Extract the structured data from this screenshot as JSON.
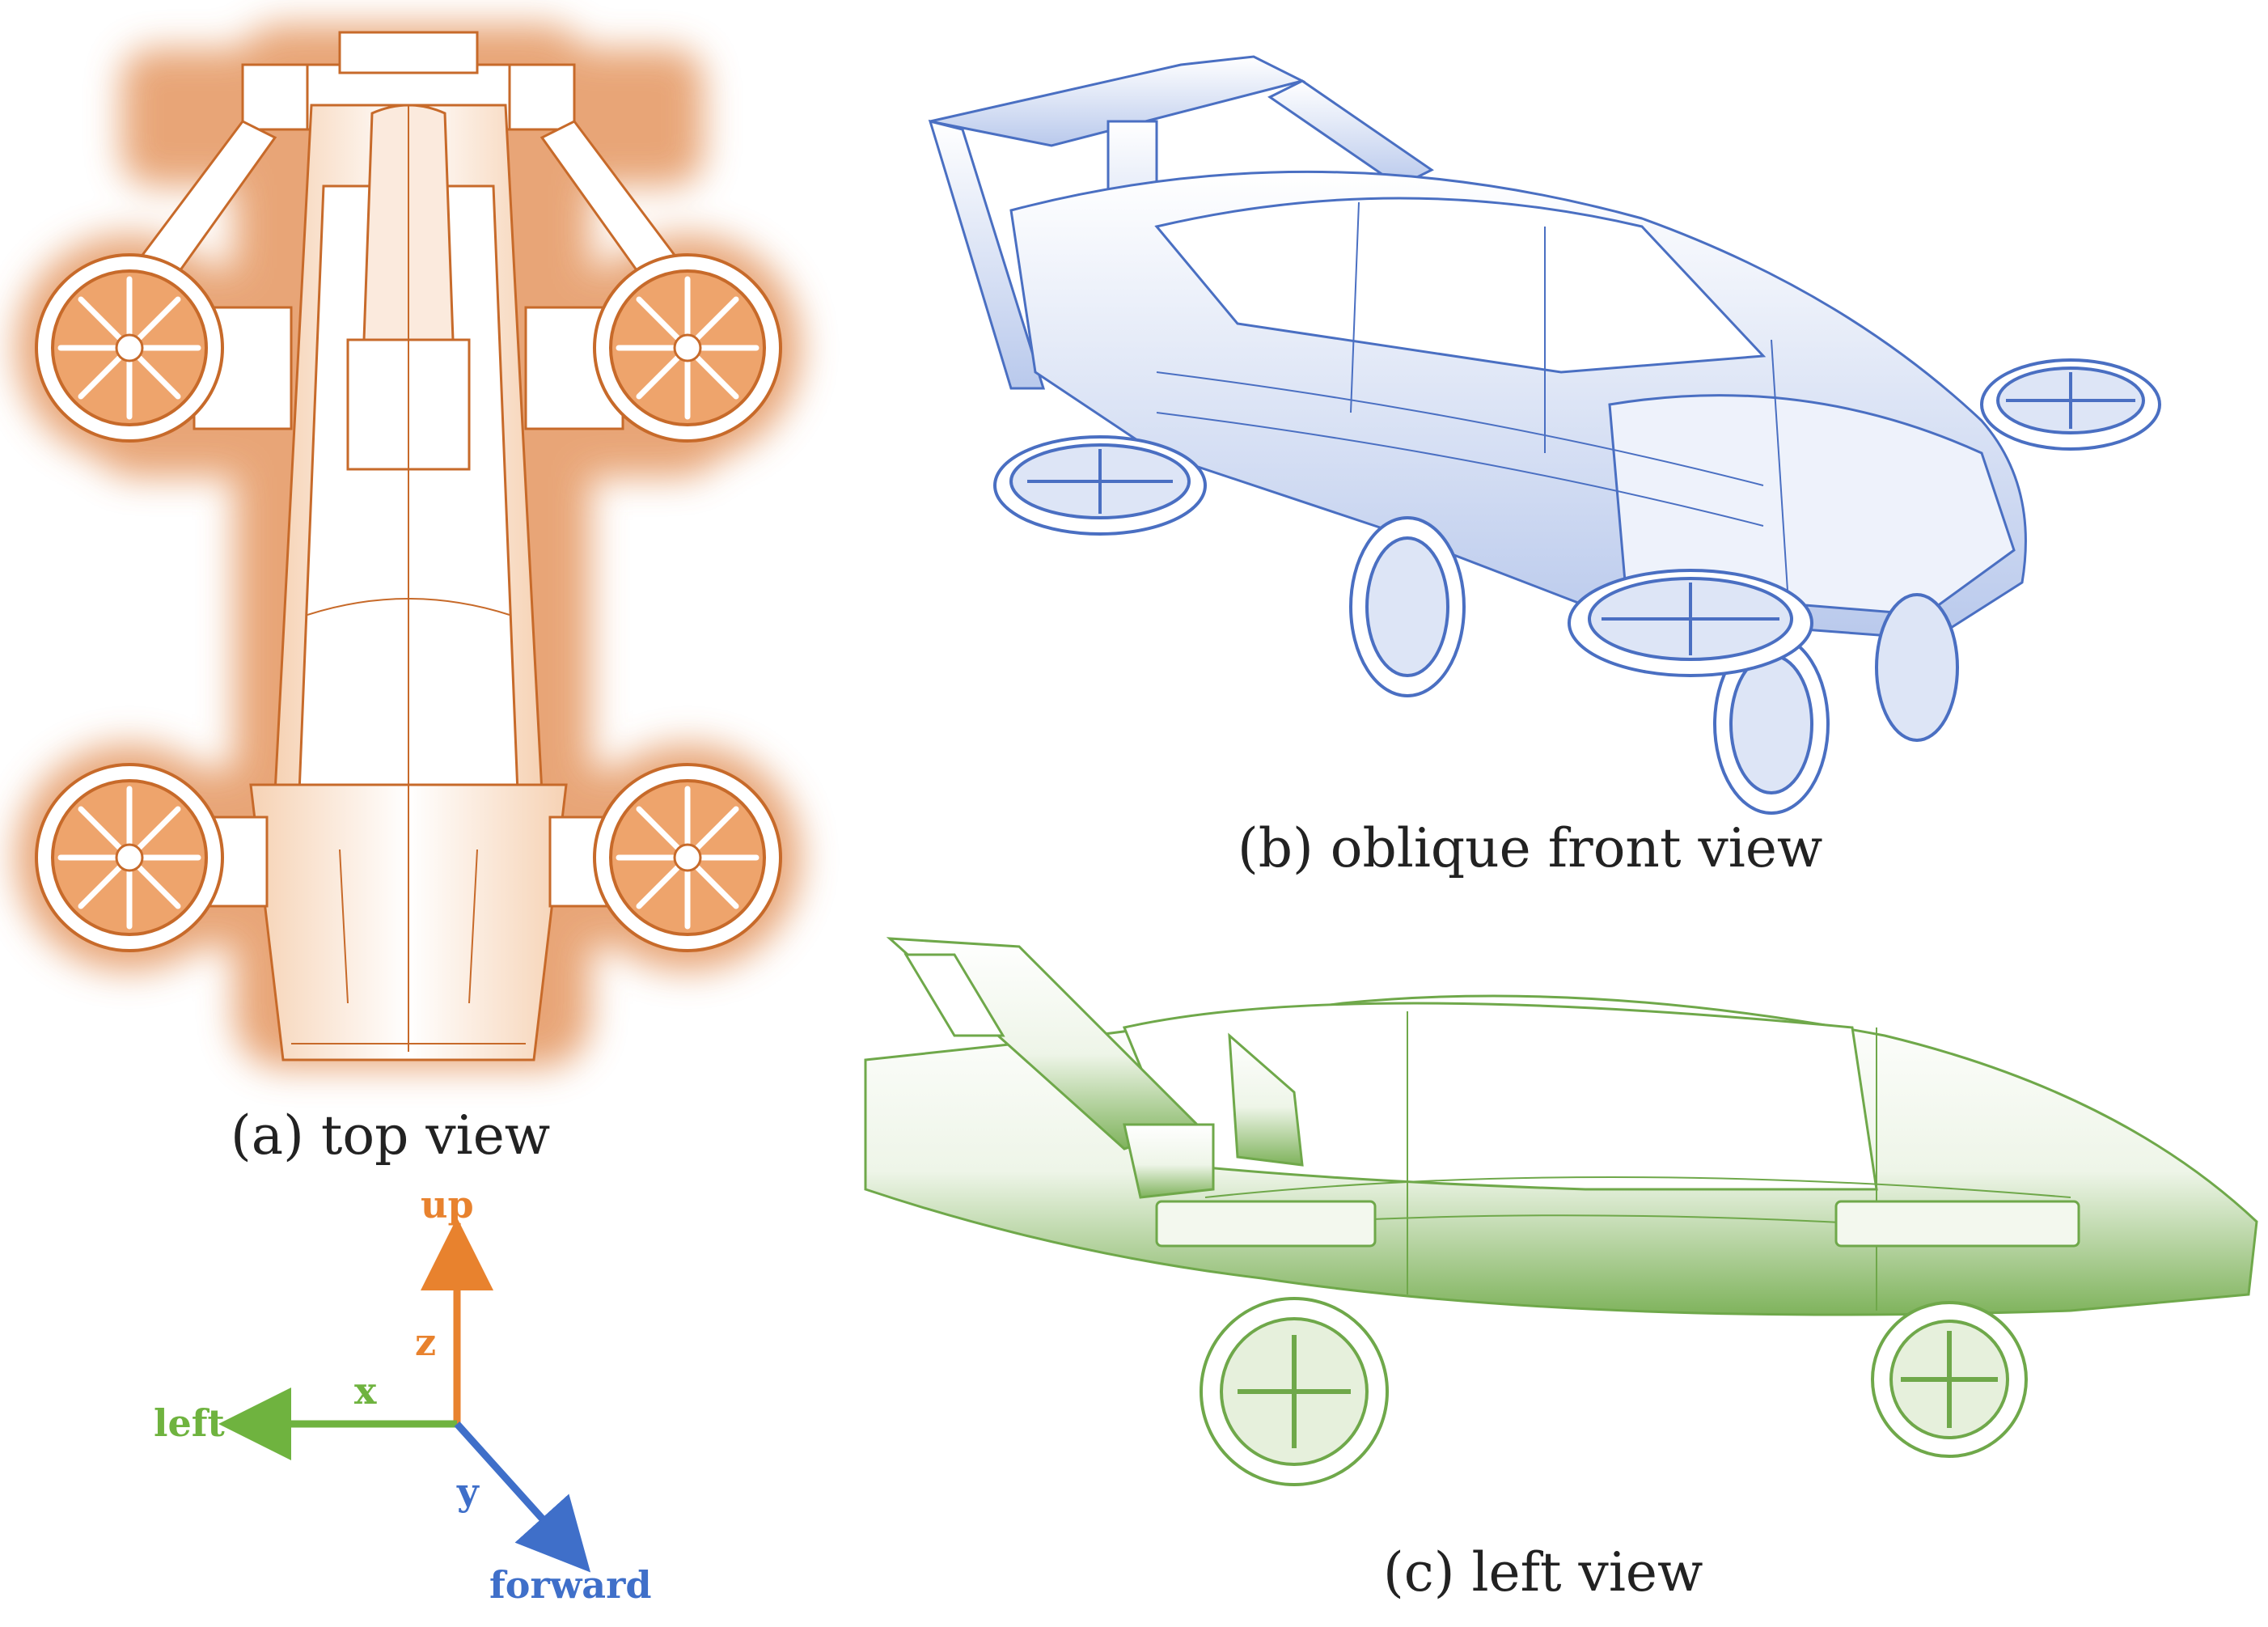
{
  "captions": {
    "top": "(a) top view",
    "oblique": "(b) oblique front view",
    "left": "(c) left view"
  },
  "axes": {
    "up_label": "up",
    "z_label": "z",
    "left_label": "left",
    "x_label": "x",
    "y_label": "y",
    "forward_label": "forward"
  },
  "colors": {
    "top_view": "#d9782e",
    "oblique_view": "#4a6fc2",
    "left_view": "#6fa84a",
    "z_axis": "#e8822e",
    "x_axis": "#6fb33f",
    "y_axis": "#3f6fc9"
  }
}
